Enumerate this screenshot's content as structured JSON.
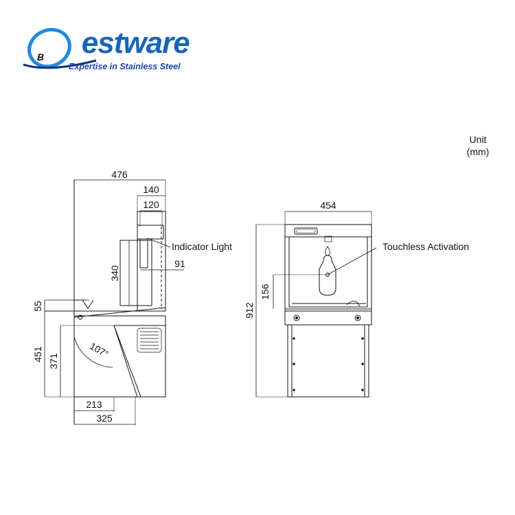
{
  "logo": {
    "brand": "Bestware",
    "tagline": "Expertise in Stainless Steel",
    "colors": {
      "primary": "#1565c0",
      "swoosh": "#1e88e5",
      "dark": "#0d2f7a"
    }
  },
  "unit": {
    "line1": "Unit",
    "line2": "(mm)"
  },
  "side_view": {
    "dims": {
      "total_depth": "476",
      "top_140": "140",
      "top_120": "120",
      "height_340": "340",
      "offset_91": "91",
      "height_55": "55",
      "height_451": "451",
      "height_371": "371",
      "depth_213": "213",
      "depth_325": "325",
      "angle": "107°"
    },
    "callout": "Indicator Light"
  },
  "front_view": {
    "dims": {
      "width_454": "454",
      "height_912": "912",
      "height_156": "156"
    },
    "callout": "Touchless Activation"
  }
}
